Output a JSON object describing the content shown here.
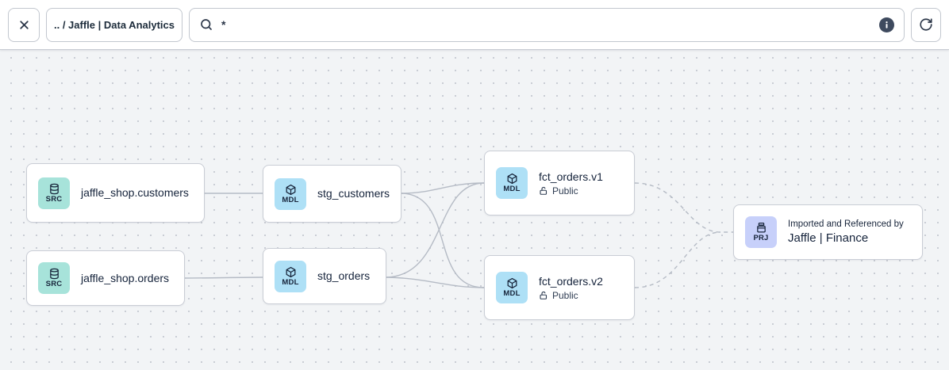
{
  "toolbar": {
    "breadcrumb": ".. / Jaffle | Data Analytics",
    "search_value": "*",
    "info_glyph": "i"
  },
  "graph": {
    "nodes": [
      {
        "type": "source",
        "badge": "SRC",
        "label": "jaffle_shop.customers"
      },
      {
        "type": "source",
        "badge": "SRC",
        "label": "jaffle_shop.orders"
      },
      {
        "type": "model",
        "badge": "MDL",
        "label": "stg_customers"
      },
      {
        "type": "model",
        "badge": "MDL",
        "label": "stg_orders"
      },
      {
        "type": "model",
        "badge": "MDL",
        "label": "fct_orders.v1",
        "access": "Public"
      },
      {
        "type": "model",
        "badge": "MDL",
        "label": "fct_orders.v2",
        "access": "Public"
      },
      {
        "type": "project",
        "badge": "PRJ",
        "label": "Jaffle | Finance",
        "sublabel": "Imported and Referenced by"
      }
    ],
    "edges": [
      {
        "from": "jaffle_shop.customers",
        "to": "stg_customers",
        "style": "solid"
      },
      {
        "from": "jaffle_shop.orders",
        "to": "stg_orders",
        "style": "solid"
      },
      {
        "from": "stg_customers",
        "to": "fct_orders.v1",
        "style": "solid"
      },
      {
        "from": "stg_customers",
        "to": "fct_orders.v2",
        "style": "solid"
      },
      {
        "from": "stg_orders",
        "to": "fct_orders.v1",
        "style": "solid"
      },
      {
        "from": "stg_orders",
        "to": "fct_orders.v2",
        "style": "solid"
      },
      {
        "from": "fct_orders.v1",
        "to": "Jaffle | Finance",
        "style": "dashed"
      },
      {
        "from": "fct_orders.v2",
        "to": "Jaffle | Finance",
        "style": "dashed"
      }
    ]
  },
  "colors": {
    "source_badge_bg": "#a7e3da",
    "model_badge_bg": "#aee0f6",
    "project_badge_bg": "#c7d0fa",
    "edge": "#b5bbc5",
    "canvas_bg": "#f2f4f6",
    "node_border": "#c9cdd5",
    "text": "#15233b",
    "info_badge_bg": "#3e4a5e"
  }
}
